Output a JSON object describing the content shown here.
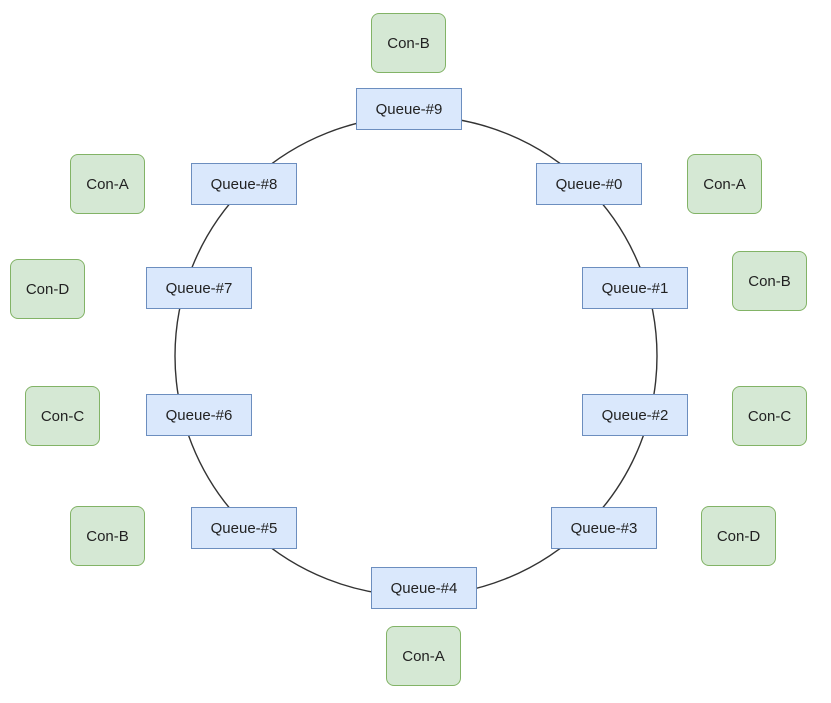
{
  "queues": [
    {
      "label": "Queue-#0"
    },
    {
      "label": "Queue-#1"
    },
    {
      "label": "Queue-#2"
    },
    {
      "label": "Queue-#3"
    },
    {
      "label": "Queue-#4"
    },
    {
      "label": "Queue-#5"
    },
    {
      "label": "Queue-#6"
    },
    {
      "label": "Queue-#7"
    },
    {
      "label": "Queue-#8"
    },
    {
      "label": "Queue-#9"
    }
  ],
  "consumers": [
    {
      "label": "Con-A"
    },
    {
      "label": "Con-B"
    },
    {
      "label": "Con-C"
    },
    {
      "label": "Con-D"
    },
    {
      "label": "Con-A"
    },
    {
      "label": "Con-B"
    },
    {
      "label": "Con-C"
    },
    {
      "label": "Con-D"
    },
    {
      "label": "Con-A"
    },
    {
      "label": "Con-B"
    }
  ],
  "colors": {
    "queue_fill": "#dae8fc",
    "queue_border": "#6c8ebf",
    "consumer_fill": "#d5e8d4",
    "consumer_border": "#82b366",
    "ring_stroke": "#333333"
  }
}
